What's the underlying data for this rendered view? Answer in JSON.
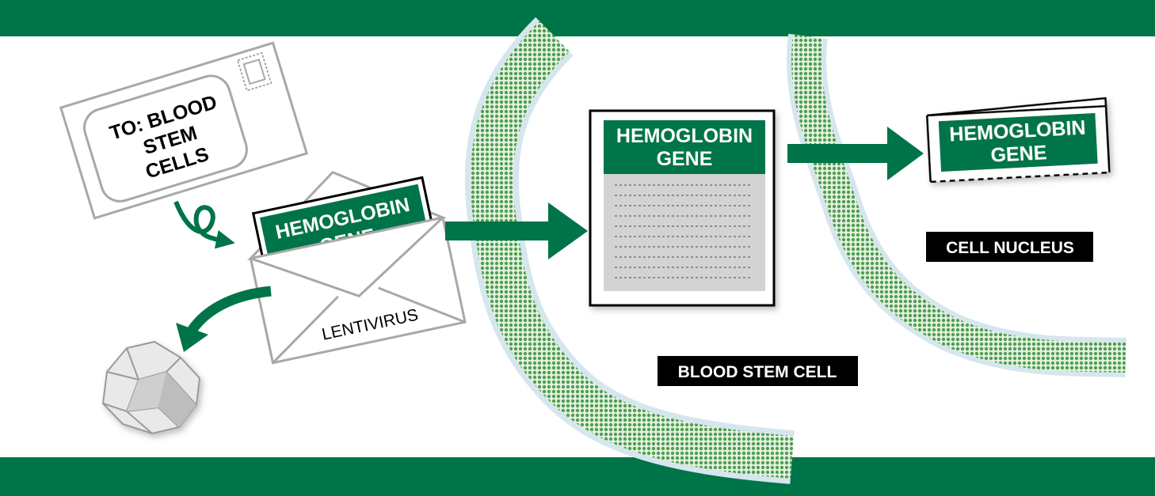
{
  "colors": {
    "brand_green": "#007449",
    "membrane_green": "#5aa65a",
    "membrane_halo": "#d6e6ee",
    "label_black": "#000000",
    "paper_gray": "#d3d3d3",
    "outline_gray": "#a8a8a8"
  },
  "icons": {
    "postcard_stamp": "postage-stamp-icon",
    "loop_arrow": "curly-arrow-icon",
    "discard_arrow": "curved-arrow-icon",
    "waste": "crumpled-paper-icon"
  },
  "envelope": {
    "address_line1": "TO: BLOOD",
    "address_line2": "STEM",
    "address_line3": "CELLS",
    "letter_title_line1": "HEMOGLOBIN",
    "letter_title_line2": "GENE",
    "envelope_label": "LENTIVIRUS"
  },
  "cell_letter": {
    "title_line1": "HEMOGLOBIN",
    "title_line2": "GENE"
  },
  "nucleus_slip": {
    "title_line1": "HEMOGLOBIN",
    "title_line2": "GENE"
  },
  "labels": {
    "blood_stem_cell": "BLOOD STEM CELL",
    "cell_nucleus": "CELL NUCLEUS"
  }
}
